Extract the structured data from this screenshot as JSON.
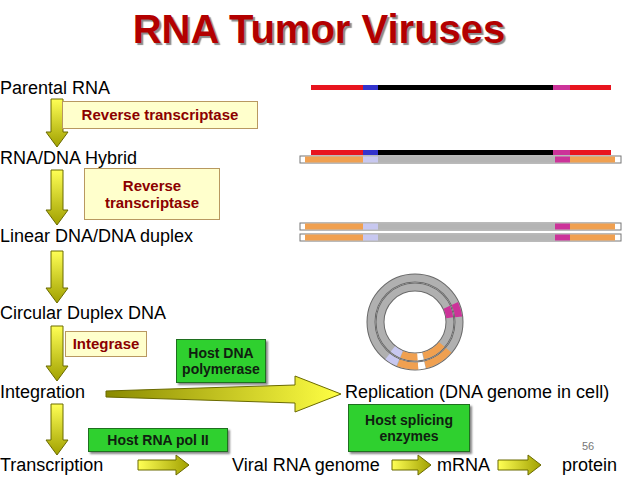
{
  "diagram": {
    "title": "RNA Tumor Viruses",
    "nodes": [
      {
        "text": [
          "Reverse transcriptase"
        ]
      },
      {
        "text": [
          "Reverse transcriptase"
        ]
      },
      {
        "text": [
          "Integrase"
        ]
      },
      {
        "text": [
          "Host DNA polymerase"
        ]
      },
      {
        "text": [
          "Host splicing enzymes"
        ]
      },
      {
        "text": [
          "Host RNA pol II"
        ]
      }
    ],
    "labels": [
      "Parental RNA",
      "RNA/DNA Hybrid",
      "Linear DNA/DNA duplex",
      "Circular Duplex DNA",
      "Integration",
      "Replication (DNA genome in cell)",
      "56",
      "Transcription",
      "Viral RNA genome",
      "mRNA",
      "protein"
    ]
  }
}
